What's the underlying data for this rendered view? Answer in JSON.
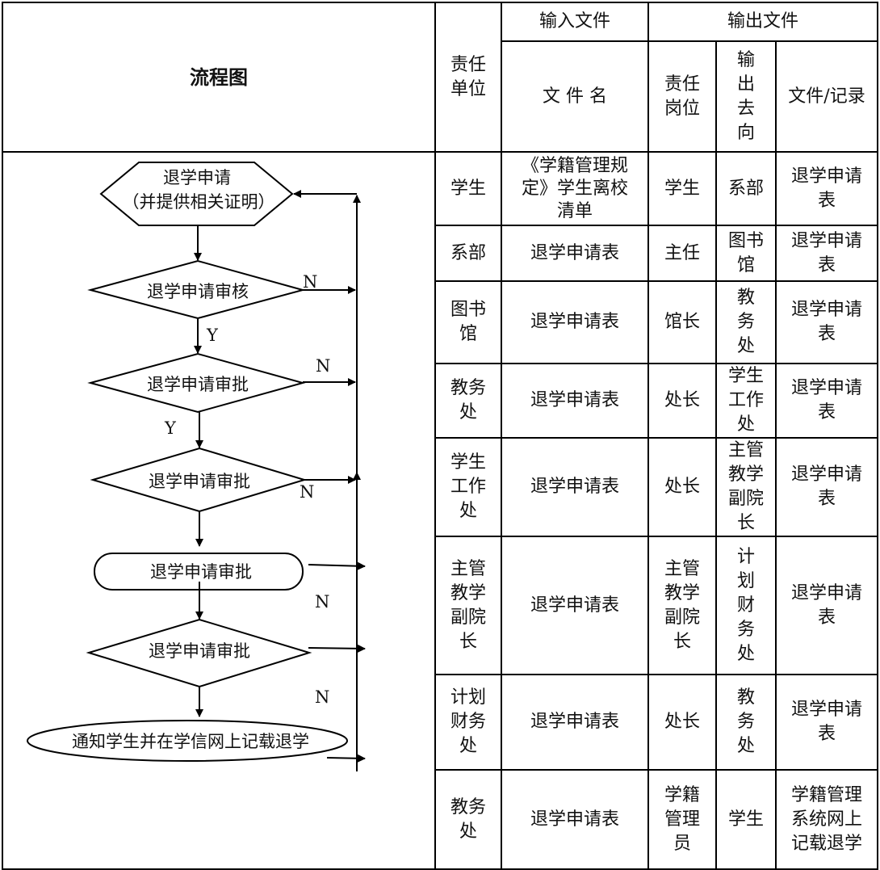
{
  "header": {
    "flowchart": "流程图",
    "unit": "责任单位",
    "input_files": "输入文件",
    "file_name": "文 件 名",
    "output_files": "输出文件",
    "post": "责任岗位",
    "destination": "输出去向",
    "record": "文件/记录"
  },
  "rows": [
    {
      "unit": "学生",
      "file": "《学籍管理规定》学生离校清单",
      "post": "学生",
      "dest": "系部",
      "record": "退学申请表"
    },
    {
      "unit": "系部",
      "file": "退学申请表",
      "post": "主任",
      "dest": "图书馆",
      "record": "退学申请表"
    },
    {
      "unit": "图书馆",
      "file": "退学申请表",
      "post": "馆长",
      "dest": "教务处",
      "record": "退学申请表"
    },
    {
      "unit": "教务处",
      "file": "退学申请表",
      "post": "处长",
      "dest": "学生工作处",
      "record": "退学申请表"
    },
    {
      "unit": "学生工作处",
      "file": "退学申请表",
      "post": "处长",
      "dest": "主管教学副院长",
      "record": "退学申请表"
    },
    {
      "unit": "主管教学副院长",
      "file": "退学申请表",
      "post": "主管教学副院长",
      "dest": "计划财务处",
      "record": "退学申请表"
    },
    {
      "unit": "计划财务处",
      "file": "退学申请表",
      "post": "处长",
      "dest": "教务处",
      "record": "退学申请表"
    },
    {
      "unit": "教务处",
      "file": "退学申请表",
      "post": "学籍管理员",
      "dest": "学生",
      "record": "学籍管理系统网上记载退学"
    }
  ],
  "flow": {
    "start_line1": "退学申请",
    "start_line2": "（并提供相关证明）",
    "step1": "退学申请审核",
    "step2": "退学申请审批",
    "step3": "退学申请审批",
    "step4": "退学申请审批",
    "step5": "退学申请审批",
    "end": "通知学生并在学信网上记载退学",
    "yes": "Y",
    "no": "N"
  }
}
